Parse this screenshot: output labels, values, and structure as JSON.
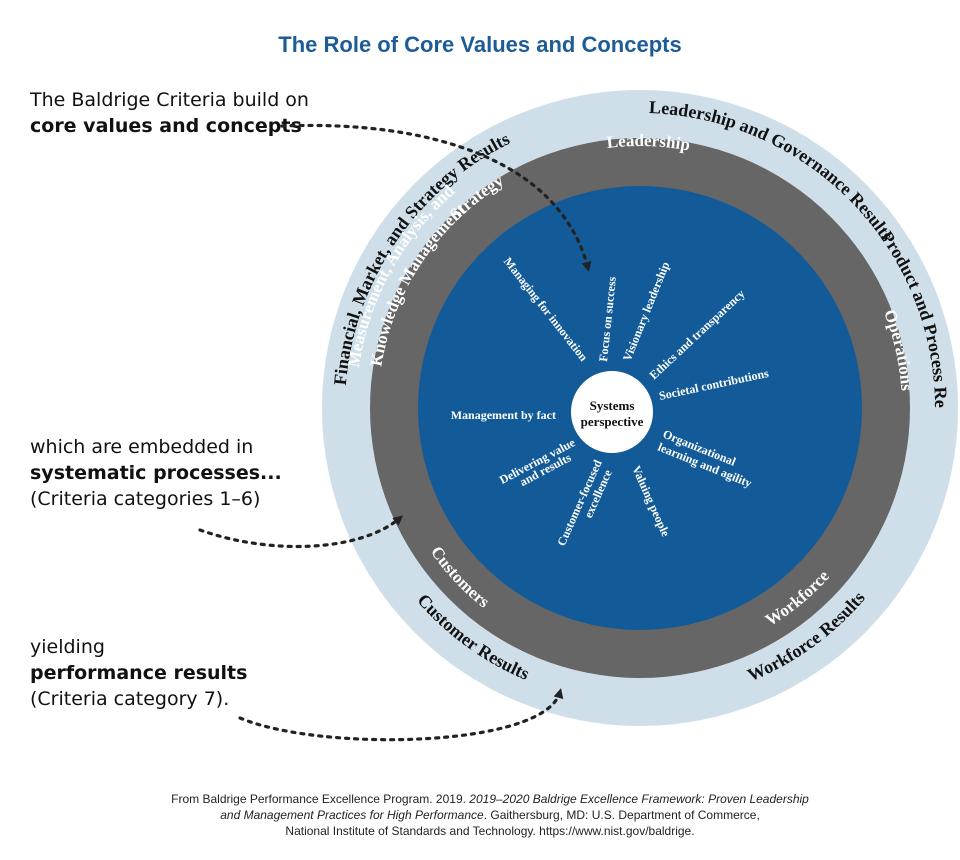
{
  "title": "The Role of Core Values and Concepts",
  "callouts": [
    {
      "normal": "The Baldrige Criteria build on",
      "bold": "core values and concepts",
      "after": ""
    },
    {
      "normal": "which are embedded in",
      "bold": "systematic processes...",
      "after": "(Criteria categories 1–6)"
    },
    {
      "normal": "yielding",
      "bold": "performance results",
      "after": "(Criteria category 7)."
    }
  ],
  "outer_ring": [
    "Leadership and Governance Results",
    "Product and Process Results",
    "Workforce Results",
    "Customer Results",
    "Financial, Market, and Strategy Results"
  ],
  "middle_ring": [
    "Leadership",
    "Operations",
    "Workforce",
    "Customers",
    "Measurement, Analysis, and",
    "Knowledge Management",
    "Strategy"
  ],
  "core": {
    "center_line1": "Systems",
    "center_line2": "perspective",
    "values": [
      "Managing for innovation",
      "Focus on success",
      "Visionary leadership",
      "Ethics and transparency",
      "Societal contributions",
      "Organizational",
      "learning and agility",
      "Valuing people",
      "Customer-focused",
      "excellence",
      "Delivering value",
      "and results",
      "Management by fact"
    ]
  },
  "citation": {
    "part1": "From Baldrige Performance Excellence Program. 2019. ",
    "italic": "2019–2020 Baldrige Excellence Framework: Proven Leadership and Management Practices for High Performance",
    "part2": ". Gaithersburg, MD: U.S. Department of Commerce,",
    "line3": "National Institute of Standards and Technology. https://www.nist.gov/baldrige."
  },
  "colors": {
    "title": "#1d5c96",
    "outer_ring": "#cfdfe9",
    "middle_ring": "#666666",
    "core": "#135b98",
    "center": "#ffffff",
    "arrows": "#222222"
  }
}
